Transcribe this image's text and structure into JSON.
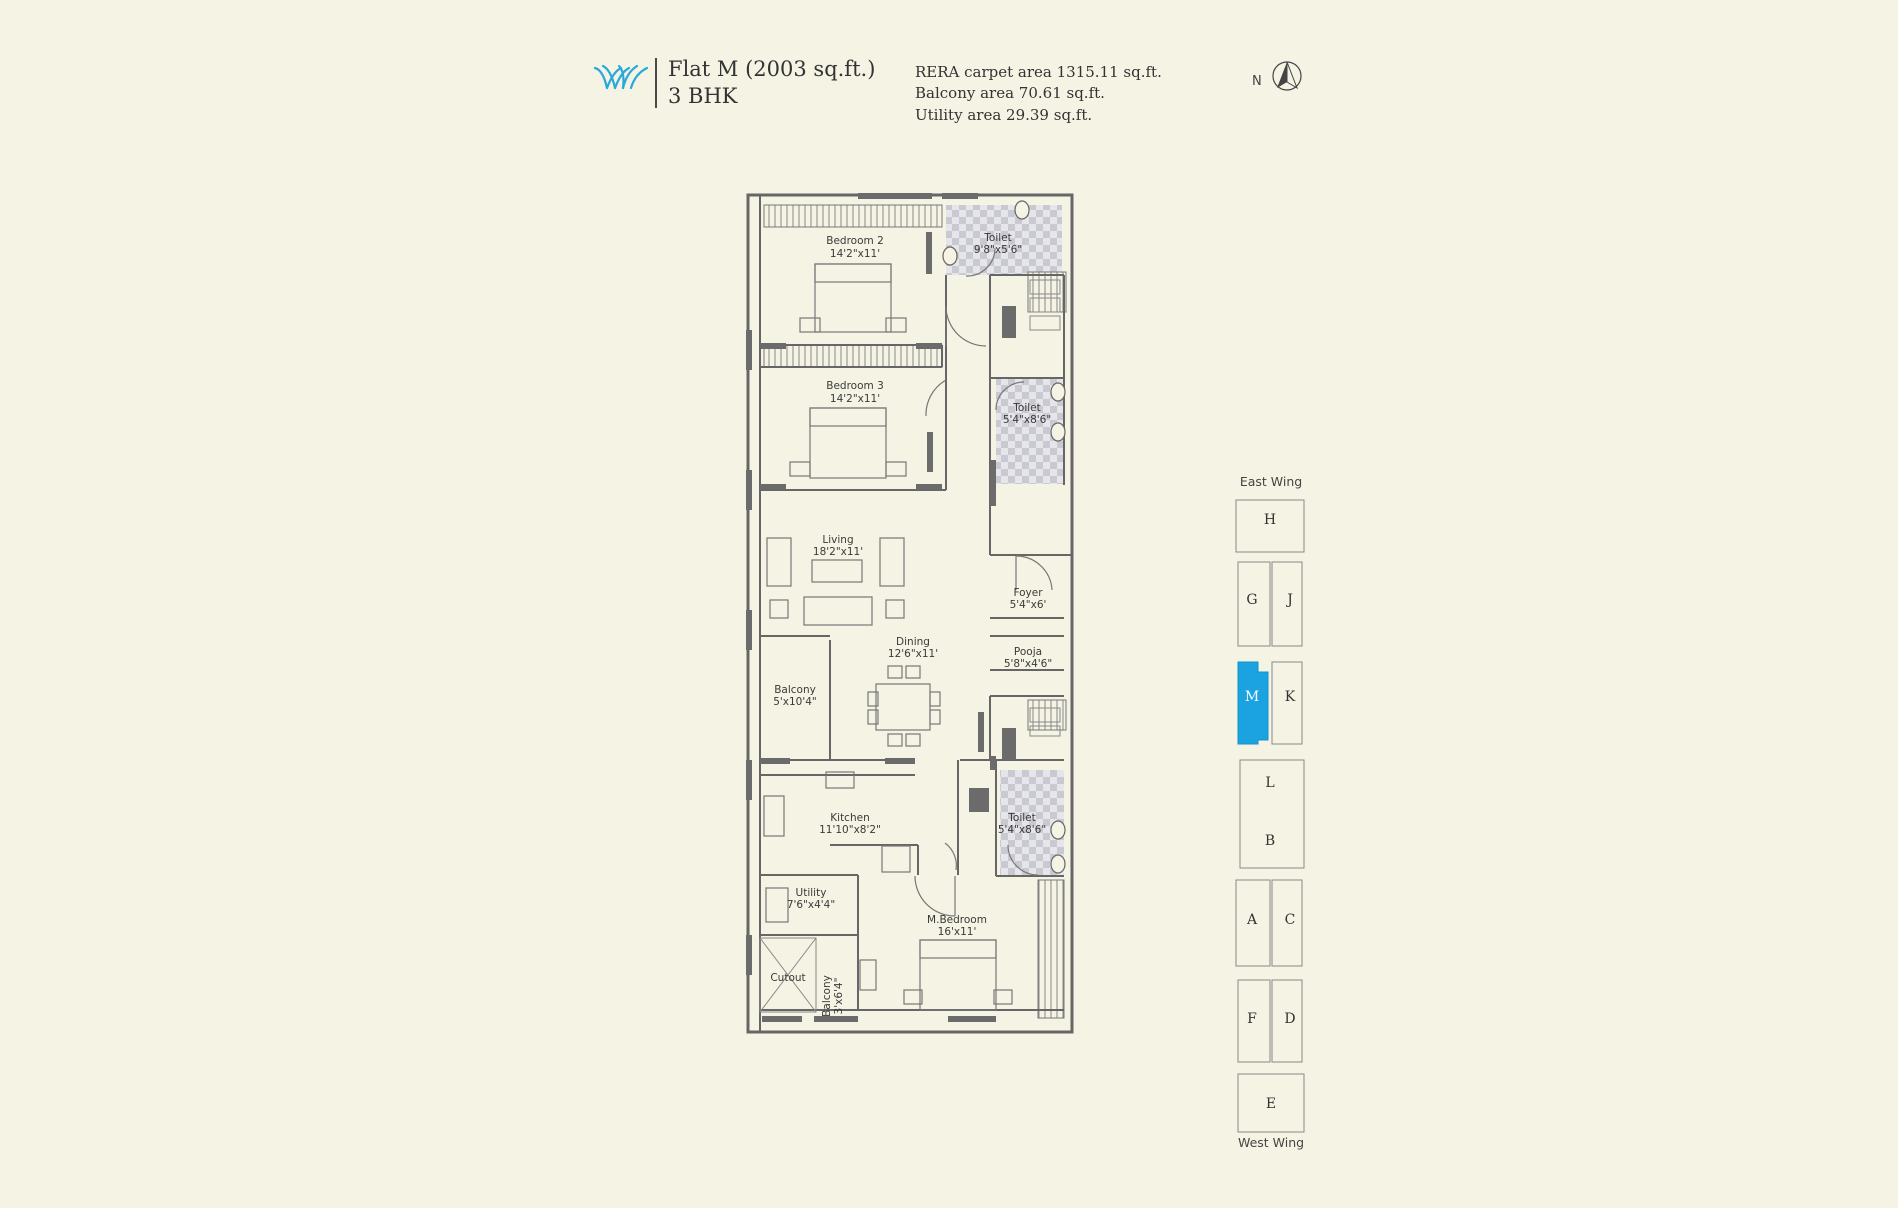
{
  "header": {
    "title_line1": "Flat M (2003 sq.ft.)",
    "title_line2": "3 BHK",
    "areas": [
      "RERA carpet area 1315.11 sq.ft.",
      "Balcony area 70.61 sq.ft.",
      "Utility area 29.39 sq.ft."
    ],
    "north_label": "N"
  },
  "colors": {
    "background": "#f4f3e4",
    "brand": "#2aa8dc",
    "wall": "#6b6b6b",
    "highlight": "#1aa3e0"
  },
  "rooms": {
    "bedroom2": {
      "name": "Bedroom 2",
      "dim": "14'2\"x11'"
    },
    "toilet1": {
      "name": "Toilet",
      "dim": "9'8\"x5'6\""
    },
    "bedroom3": {
      "name": "Bedroom 3",
      "dim": "14'2\"x11'"
    },
    "toilet2": {
      "name": "Toilet",
      "dim": "5'4\"x8'6\""
    },
    "living": {
      "name": "Living",
      "dim": "18'2\"x11'"
    },
    "foyer": {
      "name": "Foyer",
      "dim": "5'4\"x6'"
    },
    "dining": {
      "name": "Dining",
      "dim": "12'6\"x11'"
    },
    "pooja": {
      "name": "Pooja",
      "dim": "5'8\"x4'6\""
    },
    "balcony1": {
      "name": "Balcony",
      "dim": "5'x10'4\""
    },
    "kitchen": {
      "name": "Kitchen",
      "dim": "11'10\"x8'2\""
    },
    "toilet3": {
      "name": "Toilet",
      "dim": "5'4\"x8'6\""
    },
    "utility": {
      "name": "Utility",
      "dim": "7'6\"x4'4\""
    },
    "master": {
      "name": "M.Bedroom",
      "dim": "16'x11'"
    },
    "cutout": {
      "name": "Cutout"
    },
    "balcony2": {
      "name": "Balcony",
      "dim": "3'x6'4\""
    }
  },
  "key_plan": {
    "top_label": "East Wing",
    "bottom_label": "West Wing",
    "flats": [
      "H",
      "G",
      "J",
      "M",
      "K",
      "L",
      "B",
      "A",
      "C",
      "F",
      "D",
      "E"
    ],
    "selected": "M"
  }
}
